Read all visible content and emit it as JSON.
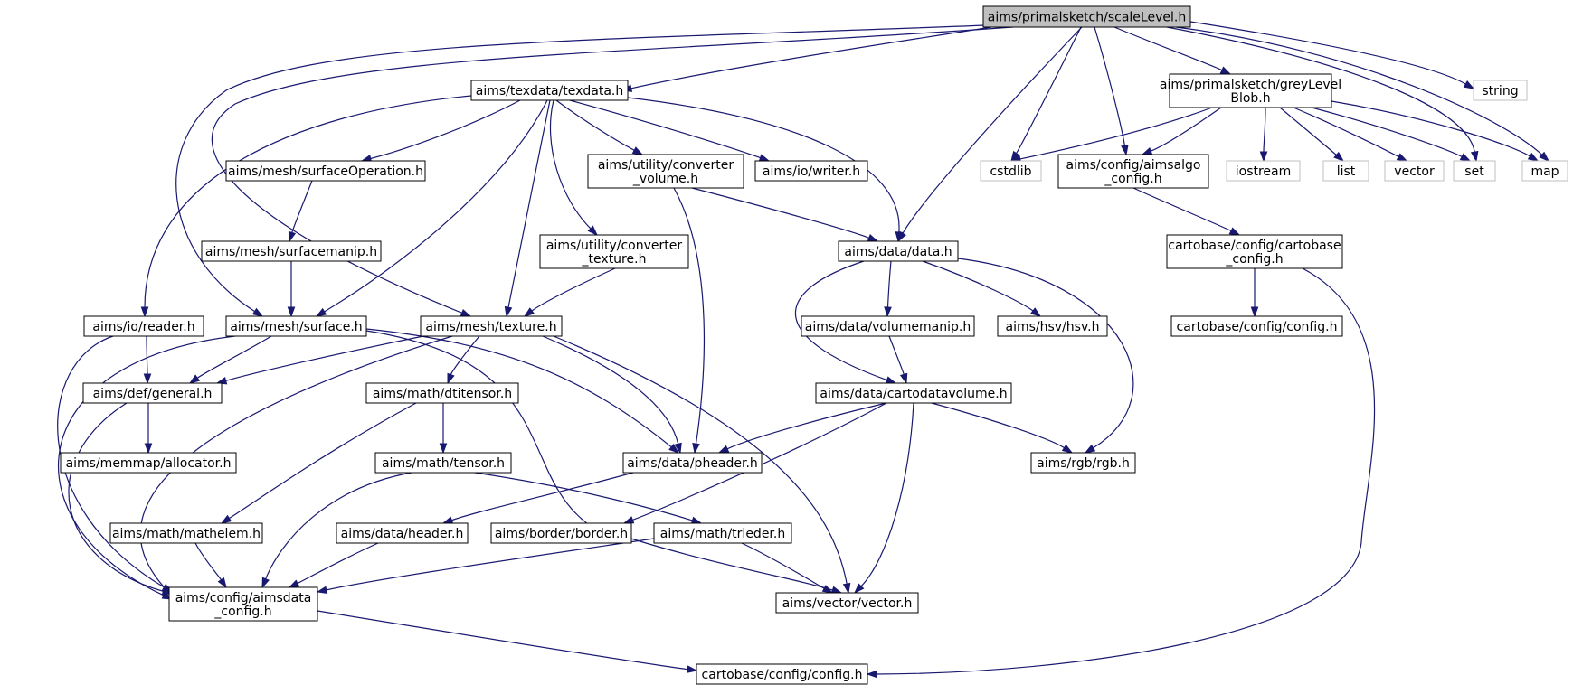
{
  "diagram": {
    "colors": {
      "edge": "#191970",
      "root_fill": "#bfbfbf",
      "node_border": "#000000",
      "external_border": "#bfbfbf"
    },
    "nodes": [
      {
        "id": "scaleLevel",
        "lines": [
          "aims/primalsketch/scaleLevel.h"
        ],
        "kind": "root"
      },
      {
        "id": "texdata",
        "lines": [
          "aims/texdata/texdata.h"
        ],
        "kind": "internal"
      },
      {
        "id": "greyLevelBlob",
        "lines": [
          "aims/primalsketch/greyLevel",
          "Blob.h"
        ],
        "kind": "internal"
      },
      {
        "id": "string",
        "lines": [
          "string"
        ],
        "kind": "external"
      },
      {
        "id": "surfaceOperation",
        "lines": [
          "aims/mesh/surfaceOperation.h"
        ],
        "kind": "internal"
      },
      {
        "id": "converter_volume",
        "lines": [
          "aims/utility/converter",
          "_volume.h"
        ],
        "kind": "internal"
      },
      {
        "id": "writer",
        "lines": [
          "aims/io/writer.h"
        ],
        "kind": "internal"
      },
      {
        "id": "cstdlib",
        "lines": [
          "cstdlib"
        ],
        "kind": "external"
      },
      {
        "id": "aimsalgo_config",
        "lines": [
          "aims/config/aimsalgo",
          "_config.h"
        ],
        "kind": "internal"
      },
      {
        "id": "iostream",
        "lines": [
          "iostream"
        ],
        "kind": "external"
      },
      {
        "id": "list",
        "lines": [
          "list"
        ],
        "kind": "external"
      },
      {
        "id": "vector",
        "lines": [
          "vector"
        ],
        "kind": "external"
      },
      {
        "id": "set",
        "lines": [
          "set"
        ],
        "kind": "external"
      },
      {
        "id": "map",
        "lines": [
          "map"
        ],
        "kind": "external"
      },
      {
        "id": "surfacemanip",
        "lines": [
          "aims/mesh/surfacemanip.h"
        ],
        "kind": "internal"
      },
      {
        "id": "converter_texture",
        "lines": [
          "aims/utility/converter",
          "_texture.h"
        ],
        "kind": "internal"
      },
      {
        "id": "data",
        "lines": [
          "aims/data/data.h"
        ],
        "kind": "internal"
      },
      {
        "id": "cartobase_config",
        "lines": [
          "cartobase/config/cartobase",
          "_config.h"
        ],
        "kind": "internal"
      },
      {
        "id": "reader",
        "lines": [
          "aims/io/reader.h"
        ],
        "kind": "internal"
      },
      {
        "id": "surface",
        "lines": [
          "aims/mesh/surface.h"
        ],
        "kind": "internal"
      },
      {
        "id": "texture",
        "lines": [
          "aims/mesh/texture.h"
        ],
        "kind": "internal"
      },
      {
        "id": "volumemanip",
        "lines": [
          "aims/data/volumemanip.h"
        ],
        "kind": "internal"
      },
      {
        "id": "hsv",
        "lines": [
          "aims/hsv/hsv.h"
        ],
        "kind": "internal"
      },
      {
        "id": "config_right",
        "lines": [
          "cartobase/config/config.h"
        ],
        "kind": "internal"
      },
      {
        "id": "general",
        "lines": [
          "aims/def/general.h"
        ],
        "kind": "internal"
      },
      {
        "id": "dtitensor",
        "lines": [
          "aims/math/dtitensor.h"
        ],
        "kind": "internal"
      },
      {
        "id": "cartodatavolume",
        "lines": [
          "aims/data/cartodatavolume.h"
        ],
        "kind": "internal"
      },
      {
        "id": "allocator",
        "lines": [
          "aims/memmap/allocator.h"
        ],
        "kind": "internal"
      },
      {
        "id": "tensor",
        "lines": [
          "aims/math/tensor.h"
        ],
        "kind": "internal"
      },
      {
        "id": "pheader",
        "lines": [
          "aims/data/pheader.h"
        ],
        "kind": "internal"
      },
      {
        "id": "rgb",
        "lines": [
          "aims/rgb/rgb.h"
        ],
        "kind": "internal"
      },
      {
        "id": "mathelem",
        "lines": [
          "aims/math/mathelem.h"
        ],
        "kind": "internal"
      },
      {
        "id": "header",
        "lines": [
          "aims/data/header.h"
        ],
        "kind": "internal"
      },
      {
        "id": "border",
        "lines": [
          "aims/border/border.h"
        ],
        "kind": "internal"
      },
      {
        "id": "trieder",
        "lines": [
          "aims/math/trieder.h"
        ],
        "kind": "internal"
      },
      {
        "id": "aimsdata_config",
        "lines": [
          "aims/config/aimsdata",
          "_config.h"
        ],
        "kind": "internal"
      },
      {
        "id": "vector_h",
        "lines": [
          "aims/vector/vector.h"
        ],
        "kind": "internal"
      },
      {
        "id": "config_bottom",
        "lines": [
          "cartobase/config/config.h"
        ],
        "kind": "internal"
      }
    ],
    "edges": [
      [
        "scaleLevel",
        "texdata"
      ],
      [
        "scaleLevel",
        "greyLevelBlob"
      ],
      [
        "scaleLevel",
        "string"
      ],
      [
        "scaleLevel",
        "map"
      ],
      [
        "scaleLevel",
        "set"
      ],
      [
        "scaleLevel",
        "cstdlib"
      ],
      [
        "scaleLevel",
        "aimsalgo_config"
      ],
      [
        "scaleLevel",
        "data"
      ],
      [
        "scaleLevel",
        "texture"
      ],
      [
        "scaleLevel",
        "surface"
      ],
      [
        "texdata",
        "surfaceOperation"
      ],
      [
        "texdata",
        "converter_volume"
      ],
      [
        "texdata",
        "writer"
      ],
      [
        "texdata",
        "data"
      ],
      [
        "texdata",
        "converter_texture"
      ],
      [
        "texdata",
        "texture"
      ],
      [
        "texdata",
        "surface"
      ],
      [
        "texdata",
        "reader"
      ],
      [
        "greyLevelBlob",
        "cstdlib"
      ],
      [
        "greyLevelBlob",
        "aimsalgo_config"
      ],
      [
        "greyLevelBlob",
        "iostream"
      ],
      [
        "greyLevelBlob",
        "list"
      ],
      [
        "greyLevelBlob",
        "vector"
      ],
      [
        "greyLevelBlob",
        "set"
      ],
      [
        "greyLevelBlob",
        "map"
      ],
      [
        "surfaceOperation",
        "surfacemanip"
      ],
      [
        "surfacemanip",
        "surface"
      ],
      [
        "converter_volume",
        "data"
      ],
      [
        "converter_volume",
        "pheader"
      ],
      [
        "converter_texture",
        "texture"
      ],
      [
        "aimsalgo_config",
        "cartobase_config"
      ],
      [
        "cartobase_config",
        "config_right"
      ],
      [
        "cartobase_config",
        "config_bottom"
      ],
      [
        "data",
        "volumemanip"
      ],
      [
        "data",
        "hsv"
      ],
      [
        "data",
        "cartodatavolume"
      ],
      [
        "data",
        "rgb"
      ],
      [
        "volumemanip",
        "cartodatavolume"
      ],
      [
        "reader",
        "general"
      ],
      [
        "reader",
        "aimsdata_config"
      ],
      [
        "surface",
        "general"
      ],
      [
        "surface",
        "pheader"
      ],
      [
        "surface",
        "vector_h"
      ],
      [
        "surface",
        "aimsdata_config"
      ],
      [
        "texture",
        "general"
      ],
      [
        "texture",
        "dtitensor"
      ],
      [
        "texture",
        "pheader"
      ],
      [
        "texture",
        "vector_h"
      ],
      [
        "texture",
        "aimsdata_config"
      ],
      [
        "general",
        "allocator"
      ],
      [
        "general",
        "aimsdata_config"
      ],
      [
        "dtitensor",
        "tensor"
      ],
      [
        "dtitensor",
        "mathelem"
      ],
      [
        "tensor",
        "trieder"
      ],
      [
        "tensor",
        "aimsdata_config"
      ],
      [
        "cartodatavolume",
        "pheader"
      ],
      [
        "cartodatavolume",
        "rgb"
      ],
      [
        "cartodatavolume",
        "border"
      ],
      [
        "cartodatavolume",
        "vector_h"
      ],
      [
        "pheader",
        "header"
      ],
      [
        "mathelem",
        "aimsdata_config"
      ],
      [
        "header",
        "aimsdata_config"
      ],
      [
        "trieder",
        "vector_h"
      ],
      [
        "trieder",
        "aimsdata_config"
      ],
      [
        "aimsdata_config",
        "config_bottom"
      ]
    ]
  }
}
